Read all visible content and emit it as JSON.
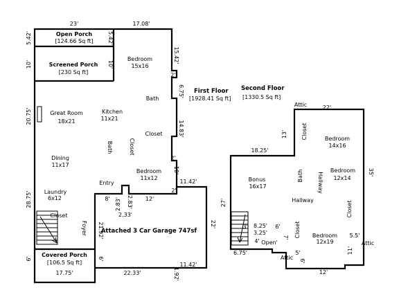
{
  "first_floor": {
    "title": "First Floor",
    "area": "[1928.41 Sq ft]",
    "rooms": {
      "open_porch": {
        "name": "Open Porch",
        "area": "[124.66 Sq ft]"
      },
      "screened_porch": {
        "name": "Screened Porch",
        "area": "[230 Sq ft]"
      },
      "bedroom_main": {
        "name": "Bedroom",
        "size": "15x16"
      },
      "great_room": {
        "name": "Great Room",
        "size": "18x21"
      },
      "kitchen": {
        "name": "Kitchen",
        "size": "11x21"
      },
      "bath_upper": {
        "name": "Bath"
      },
      "closet_upper": {
        "name": "Closet"
      },
      "bath_mid": {
        "name": "Bath"
      },
      "closet_mid": {
        "name": "Closet"
      },
      "dining": {
        "name": "Dining",
        "size": "11x17"
      },
      "bedroom_lower": {
        "name": "Bedroom",
        "size": "11x12"
      },
      "entry": {
        "name": "Entry"
      },
      "laundry": {
        "name": "Laundry",
        "size": "6x12"
      },
      "closet_laundry": {
        "name": "Closet"
      },
      "foyer": {
        "name": "Foyer"
      },
      "garage": {
        "name": "Attached 3 Car Garage 747sf"
      },
      "covered_porch": {
        "name": "Covered Porch",
        "area": "[106.5 Sq ft]"
      }
    },
    "dims": {
      "top_left": "23'",
      "top_right": "17.08'",
      "left_porch": "5.42'",
      "porch_right": "5.42'",
      "left_screened": "10'",
      "screened_right": "10'",
      "right_1542": "15.42'",
      "right_2a": "2'",
      "right_675": "6.75'",
      "right_1483": "14.83'",
      "right_2b": "2'",
      "right_10": "10'",
      "garage_top_right": "11.42'",
      "right_2c": "2'",
      "left_2075": "20.75'",
      "left_2875": "28.75'",
      "left_6": "6'",
      "entry_8": "8'",
      "entry_283a": "2.83'",
      "entry_283b": "2.83'",
      "entry_233": "2.33'",
      "garage_12": "12'",
      "garage_2192": "21.92'",
      "garage_22": "22'",
      "garage_6": "6'",
      "bottom_1775": "17.75'",
      "bottom_2233": "22.33'",
      "garage_bottom_right": "11.42'",
      "right_192": "1.92'"
    }
  },
  "second_floor": {
    "title": "Second Floor",
    "area": "[1330.5 Sq ft]",
    "rooms": {
      "attic_top": {
        "name": "Attic"
      },
      "closet_top": {
        "name": "Closet"
      },
      "bedroom_1416": {
        "name": "Bedroom",
        "size": "14x16"
      },
      "bonus": {
        "name": "Bonus",
        "size": "16x17"
      },
      "bath": {
        "name": "Bath"
      },
      "hallway_vertical": {
        "name": "Hallway"
      },
      "bedroom_1214": {
        "name": "Bedroom",
        "size": "12x14"
      },
      "hallway": {
        "name": "Hallway"
      },
      "closet_right": {
        "name": "Closet"
      },
      "closet_lower": {
        "name": "Closet"
      },
      "bedroom_1219": {
        "name": "Bedroom",
        "size": "12x19"
      },
      "open": {
        "name": "Open'"
      },
      "attic_bottom": {
        "name": "Attic"
      },
      "attic_right": {
        "name": "Attic"
      }
    },
    "dims": {
      "top_22": "22'",
      "left_13": "13'",
      "right_35": "35'",
      "top_1825": "18.25'",
      "left_27": "27'",
      "stair_3": "3'",
      "d_825": "8.25'",
      "d_6": "6'",
      "d_325": "3.25'",
      "d_7": "7'",
      "d_4": "4'",
      "bottom_675": "6.75'",
      "d_5": "5'",
      "d_6b": "6'",
      "right_55": "5.5'",
      "right_11": "11'",
      "bottom_12": "12'"
    }
  }
}
